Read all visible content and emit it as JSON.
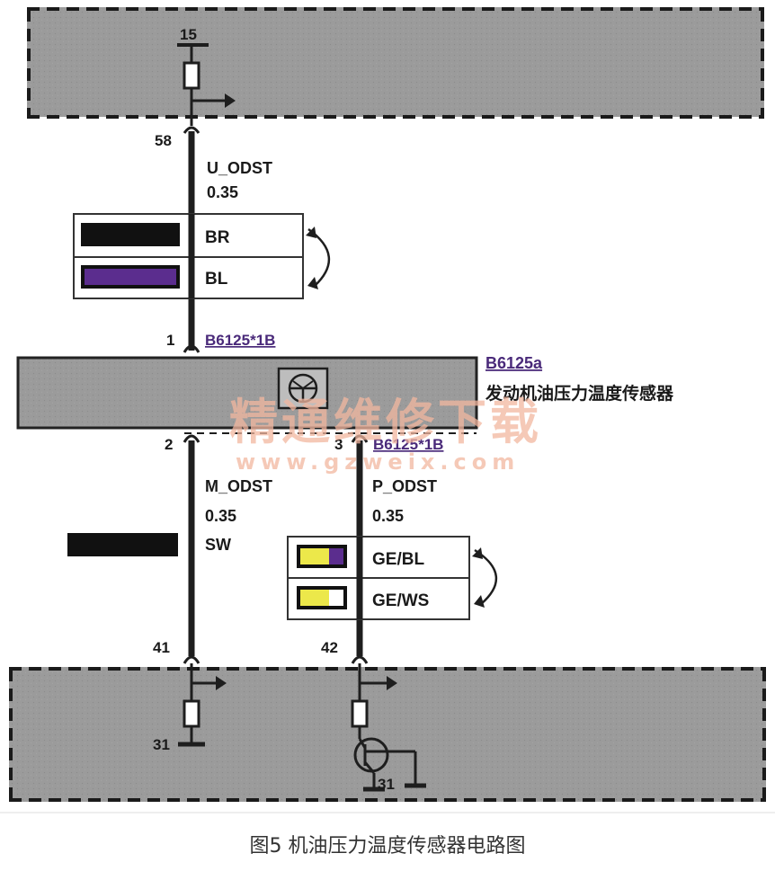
{
  "colors": {
    "gray_block": "#9b9b9b",
    "wire": "#1e1e1e",
    "purple": "#5b2d8e",
    "yellow": "#ece84a",
    "black_swatch": "#111111",
    "link_purple": "#4a2a7a",
    "watermark": "#f2b7a0"
  },
  "top_module": {
    "terminal": "15",
    "pin": "58"
  },
  "wire_upper": {
    "signal": "U_ODST",
    "gauge": "0.35",
    "color_codes": [
      "BR",
      "BL"
    ]
  },
  "connector_top": {
    "pin": "1",
    "ref": "B6125*1B"
  },
  "sensor": {
    "ref": "B6125a",
    "name": "发动机油压力温度传感器",
    "icon": "pressure-temperature-sensor-icon"
  },
  "connector_bottom": {
    "ref": "B6125*1B"
  },
  "wire_left": {
    "pin": "2",
    "signal": "M_ODST",
    "gauge": "0.35",
    "color_code": "SW",
    "end_pin": "41",
    "ground": "31"
  },
  "wire_right": {
    "pin": "3",
    "signal": "P_ODST",
    "gauge": "0.35",
    "color_codes": [
      "GE/BL",
      "GE/WS"
    ],
    "end_pin": "42",
    "ground": "31"
  },
  "watermark": {
    "text": "精通维修下载",
    "url": "www.gzweix.com"
  },
  "caption": "图5  机油压力温度传感器电路图"
}
